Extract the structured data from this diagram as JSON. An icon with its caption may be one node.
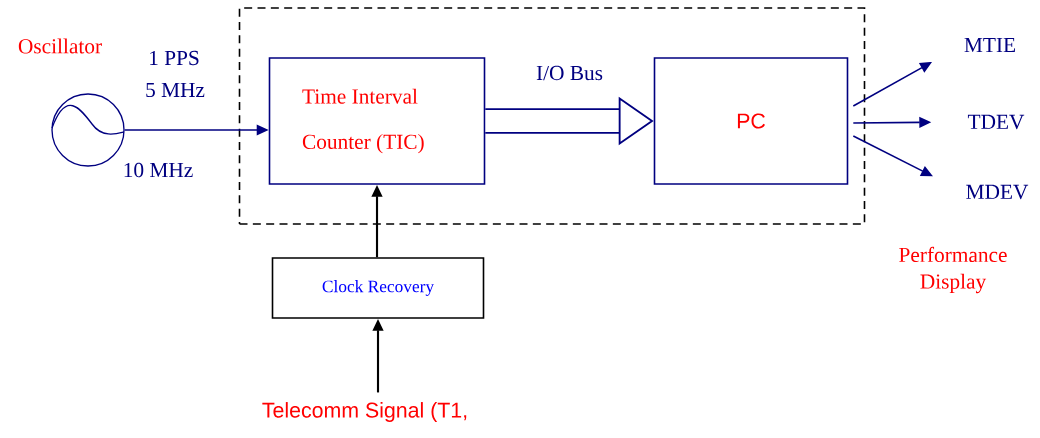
{
  "diagram": {
    "nodes": [
      {
        "text": [],
        "shape": "box"
      },
      {
        "text": [
          "Oscillator"
        ]
      },
      {
        "text": [
          "Time Interval Counter (TIC)"
        ],
        "in": 0
      },
      {
        "text": [
          "PC"
        ],
        "in": 0
      },
      {
        "text": [
          "Clock Recovery"
        ]
      },
      {
        "text": [
          "Telecomm Signal (T1,"
        ]
      },
      {
        "text": [
          "MTIE"
        ]
      },
      {
        "text": [
          "TDEV"
        ]
      },
      {
        "text": [
          "MDEV"
        ]
      }
    ],
    "edges": [
      {
        "from": 1,
        "to": 2,
        "arrow": "to"
      },
      {
        "from": 2,
        "to": 3,
        "arrow": "to",
        "label": "I/O Bus",
        "style": "thick"
      },
      {
        "from": 4,
        "to": 2,
        "arrow": "to",
        "color": "#000000"
      },
      {
        "from": 5,
        "to": 4,
        "arrow": "to",
        "color": "#000000"
      },
      {
        "from": 3,
        "to": 6,
        "arrow": "to"
      },
      {
        "from": 3,
        "to": 7,
        "arrow": "to"
      },
      {
        "from": 3,
        "to": 8,
        "arrow": "to"
      }
    ],
    "labels": [
      "1 PPS",
      "5 MHz",
      "10 MHz",
      "Performance Display"
    ]
  }
}
